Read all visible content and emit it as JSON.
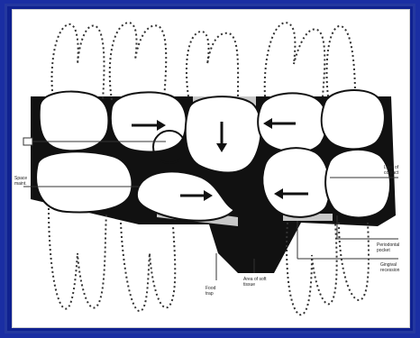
{
  "figure": {
    "colors": {
      "background": "#1a2ea3",
      "paper": "#ffffff",
      "ink": "#111111",
      "shade": "#c8c8c8"
    },
    "callouts": {
      "left_top": "",
      "left_mid": "Space\nmaint.",
      "right_top": "Loss of\ncontact",
      "right_mid": "Periodontal\npocket",
      "right_low": "Gingival\nrecession",
      "bottom_mid": "Food\ntrap",
      "bottom_right": "Area of soft\ntissue"
    },
    "icons": [
      "arrow-right-icon",
      "arrow-down-icon",
      "arrow-left-icon",
      "arrow-right-icon",
      "arrow-left-icon"
    ]
  }
}
